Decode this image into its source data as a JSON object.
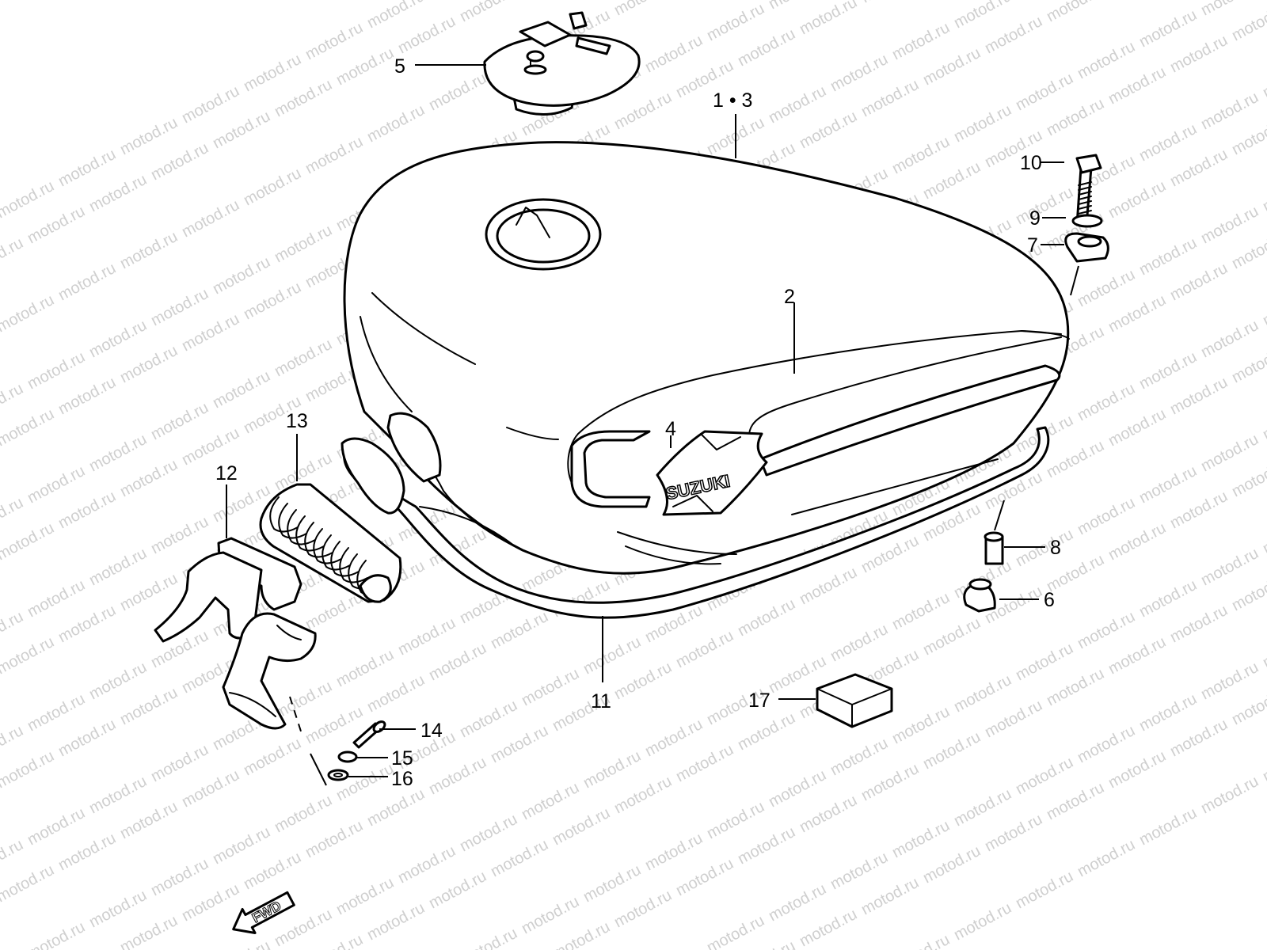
{
  "watermark": "motod.ru",
  "callouts": {
    "c1_3": "1 • 3",
    "c2": "2",
    "c4": "4",
    "c5": "5",
    "c6": "6",
    "c7": "7",
    "c8": "8",
    "c9": "9",
    "c10": "10",
    "c11": "11",
    "c12": "12",
    "c13": "13",
    "c14": "14",
    "c15": "15",
    "c16": "16",
    "c17": "17"
  },
  "emblem_text": "SUZUKI",
  "direction_text": "FWD"
}
